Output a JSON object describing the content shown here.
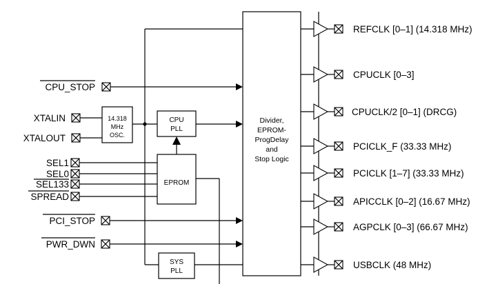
{
  "inputs": {
    "cpu_stop": "CPU_STOP",
    "xtalin": "XTALIN",
    "xtalout": "XTALOUT",
    "sel1": "SEL1",
    "sel0": "SEL0",
    "sel133": "SEL133",
    "spread": "SPREAD",
    "pci_stop": "PCI_STOP",
    "pwr_dwn": "PWR_DWN"
  },
  "blocks": {
    "osc": [
      "14.318",
      "MHz",
      "OSC."
    ],
    "cpu_pll": [
      "CPU",
      "PLL"
    ],
    "eprom": "EPROM",
    "sys_pll": [
      "SYS",
      "PLL"
    ],
    "center": [
      "Divider,",
      "EPROM-",
      "ProgDelay",
      "and",
      "Stop Logic"
    ]
  },
  "outputs": [
    "REFCLK [0–1] (14.318 MHz)",
    "CPUCLK [0–3]",
    "CPUCLK/2 [0–1] (DRCG)",
    "PCICLK_F (33.33 MHz)",
    "PCICLK [1–7] (33.33 MHz)",
    "APICCLK [0–2] (16.67 MHz)",
    "AGPCLK [0–3] (66.67 MHz)",
    "USBCLK (48 MHz)"
  ]
}
